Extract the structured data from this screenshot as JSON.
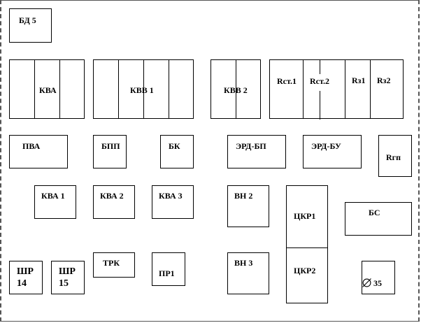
{
  "blocks": {
    "bd5": "БД 5",
    "kva": "КВА",
    "kvv1": "КВВ 1",
    "kvv2": "КВВ 2",
    "rst11": "Rст.1",
    "rst12": "Rст.2",
    "rz1": "Rз1",
    "rz2": "Rз2",
    "pva": "ПВА",
    "bpp": "БПП",
    "bk": "БК",
    "erd_bp": "ЭРД-БП",
    "erd_bu": "ЭРД-БУ",
    "rgp": "Rгп",
    "kva1": "КВА 1",
    "kva2": "КВА 2",
    "kva3": "КВА 3",
    "vn2": "ВН  2",
    "tskr1": "ЦКР1",
    "bs": "БС",
    "trk": "ТРК",
    "pr1": "ПР1",
    "vn3": "ВН 3",
    "tskr2": "ЦКР2",
    "shpr14_line1": "ШР",
    "shpr14_line2": "14",
    "shpr15_line1": "ШР",
    "shpr15_line2": "15",
    "d35_value": "35"
  }
}
